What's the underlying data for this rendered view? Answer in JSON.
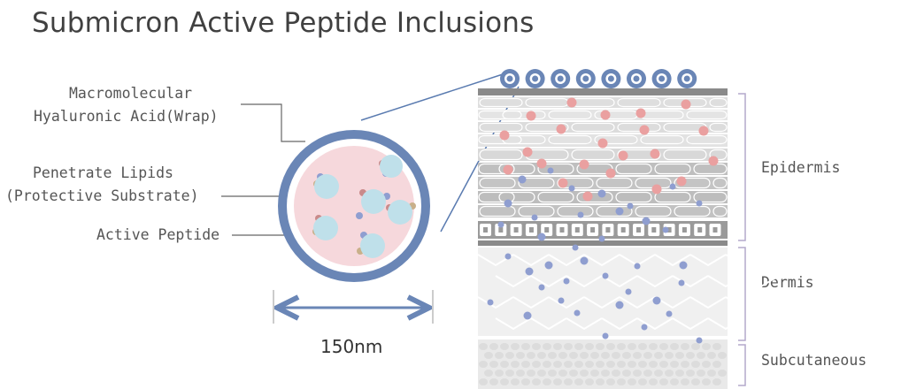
{
  "title": "Submicron Active Peptide Inclusions",
  "labels": {
    "wrap_line1": "Macromolecular",
    "wrap_line2": "Hyaluronic Acid(Wrap)",
    "lipid_line1": "Penetrate Lipids",
    "lipid_line2": "(Protective Substrate)",
    "peptide": "Active Peptide"
  },
  "size": "150nm",
  "layers": {
    "epidermis": "Epidermis",
    "dermis": "Dermis",
    "subcutaneous": "Subcutaneous"
  },
  "colors": {
    "ring": "#6a86b6",
    "core": "#f6d8dc",
    "peptide": "#bfe0ea",
    "particle_pink": "#eaa0a0",
    "particle_blue": "#8f9ed0",
    "bracket": "#b4a8cc"
  }
}
